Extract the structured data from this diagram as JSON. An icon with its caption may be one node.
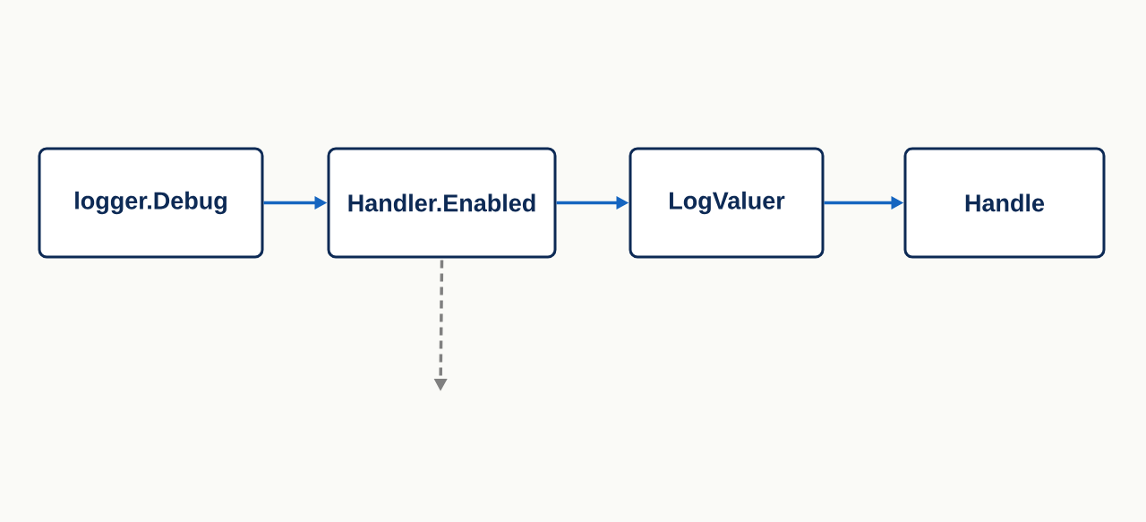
{
  "diagram": {
    "nodes": [
      {
        "text": [
          "logger.Debug"
        ]
      },
      {
        "text": [
          "Handler.Enabled"
        ]
      },
      {
        "text": [
          "LogValuer"
        ]
      },
      {
        "text": [
          "Handle"
        ]
      }
    ],
    "edges": [
      {
        "from": 0,
        "to": 1,
        "arrow": "to"
      },
      {
        "from": 1,
        "to": 2,
        "arrow": "to"
      },
      {
        "from": 2,
        "to": 3,
        "arrow": "to"
      },
      {
        "from": 1,
        "to": null,
        "arrow": "to",
        "style": "dashed",
        "color": "#808080"
      }
    ]
  }
}
